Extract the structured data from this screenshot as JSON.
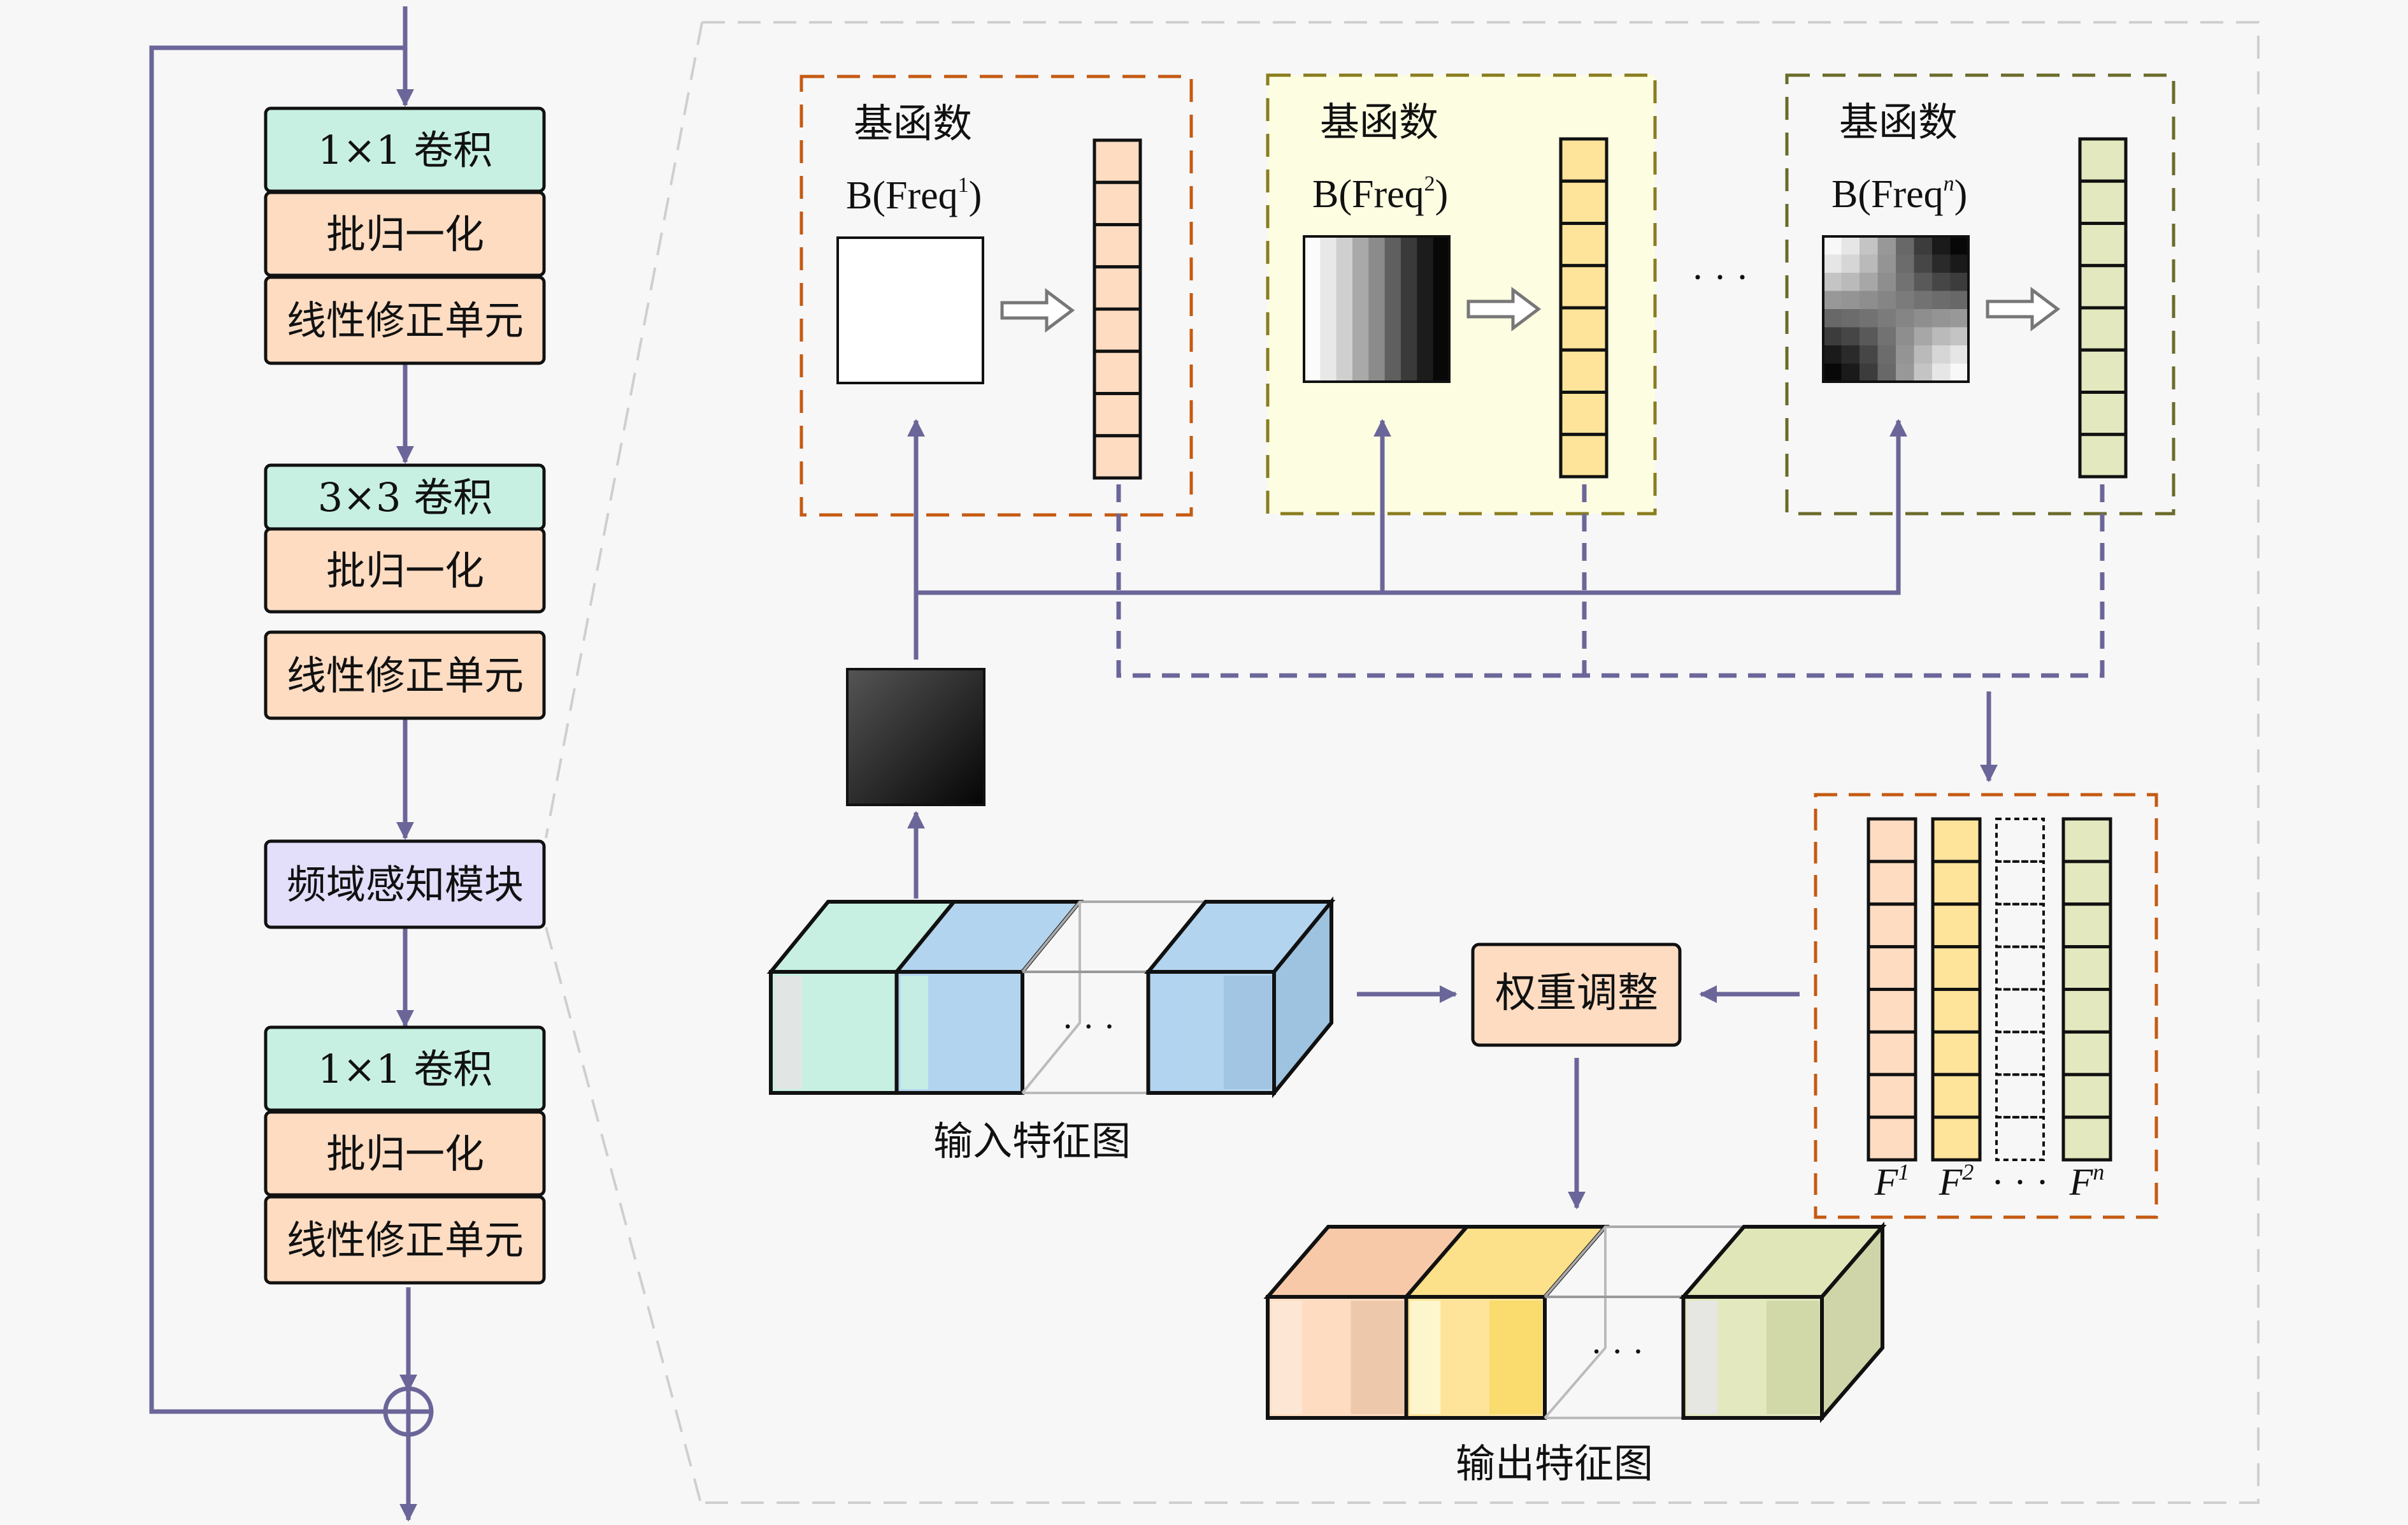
{
  "colors": {
    "arrow": "#6b6699",
    "conv_fill": "#c7f0e2",
    "norm_fill": "#fddcc2",
    "fam_fill": "#e3defa",
    "orange_dash": "#c55a11",
    "olive_dash": "#6b6b2b",
    "cell_peach": "#fddcc2",
    "cell_yellow": "#fee49a",
    "cell_green": "#e3e8bf",
    "panel_yellow": "#fdfde2",
    "blue_block": "#b2d4ef",
    "blue_side": "#9ec3e0"
  },
  "backbone": {
    "blocks": [
      {
        "id": "conv1x1-a",
        "label": "1×1 卷积",
        "kind": "conv"
      },
      {
        "id": "bn-a",
        "label": "批归一化",
        "kind": "norm"
      },
      {
        "id": "relu-a",
        "label": "线性修正单元",
        "kind": "norm"
      },
      {
        "id": "conv3x3",
        "label": "3×3 卷积",
        "kind": "conv"
      },
      {
        "id": "bn-b",
        "label": "批归一化",
        "kind": "norm"
      },
      {
        "id": "relu-b",
        "label": "线性修正单元",
        "kind": "norm"
      },
      {
        "id": "fam",
        "label": "频域感知模块",
        "kind": "fam"
      },
      {
        "id": "conv1x1-b",
        "label": "1×1 卷积",
        "kind": "conv"
      },
      {
        "id": "bn-c",
        "label": "批归一化",
        "kind": "norm"
      },
      {
        "id": "relu-c",
        "label": "线性修正单元",
        "kind": "norm"
      }
    ],
    "sum_symbol": "⊕"
  },
  "basis_panels": [
    {
      "title": "基函数",
      "func": "B(Freq",
      "sup": "1",
      "close": ")",
      "pattern": "flat"
    },
    {
      "title": "基函数",
      "func": "B(Freq",
      "sup": "2",
      "close": ")",
      "pattern": "horizontal-gradient"
    },
    {
      "title": "基函数",
      "func": "B(Freq",
      "sup": "n",
      "close": ")",
      "pattern": "checker"
    }
  ],
  "basis_ellipsis": "· · ·",
  "vector_cells": 8,
  "input_map": {
    "label": "输入特征图",
    "ellipsis": "· · ·"
  },
  "output_map": {
    "label": "输出特征图",
    "ellipsis": "· · ·"
  },
  "reweight": {
    "label": "权重调整"
  },
  "freq_vectors": [
    {
      "symbol": "F",
      "sup": "1"
    },
    {
      "symbol": "F",
      "sup": "2"
    },
    {
      "symbol": "· · ·",
      "sup": ""
    },
    {
      "symbol": "F",
      "sup": "n"
    }
  ]
}
